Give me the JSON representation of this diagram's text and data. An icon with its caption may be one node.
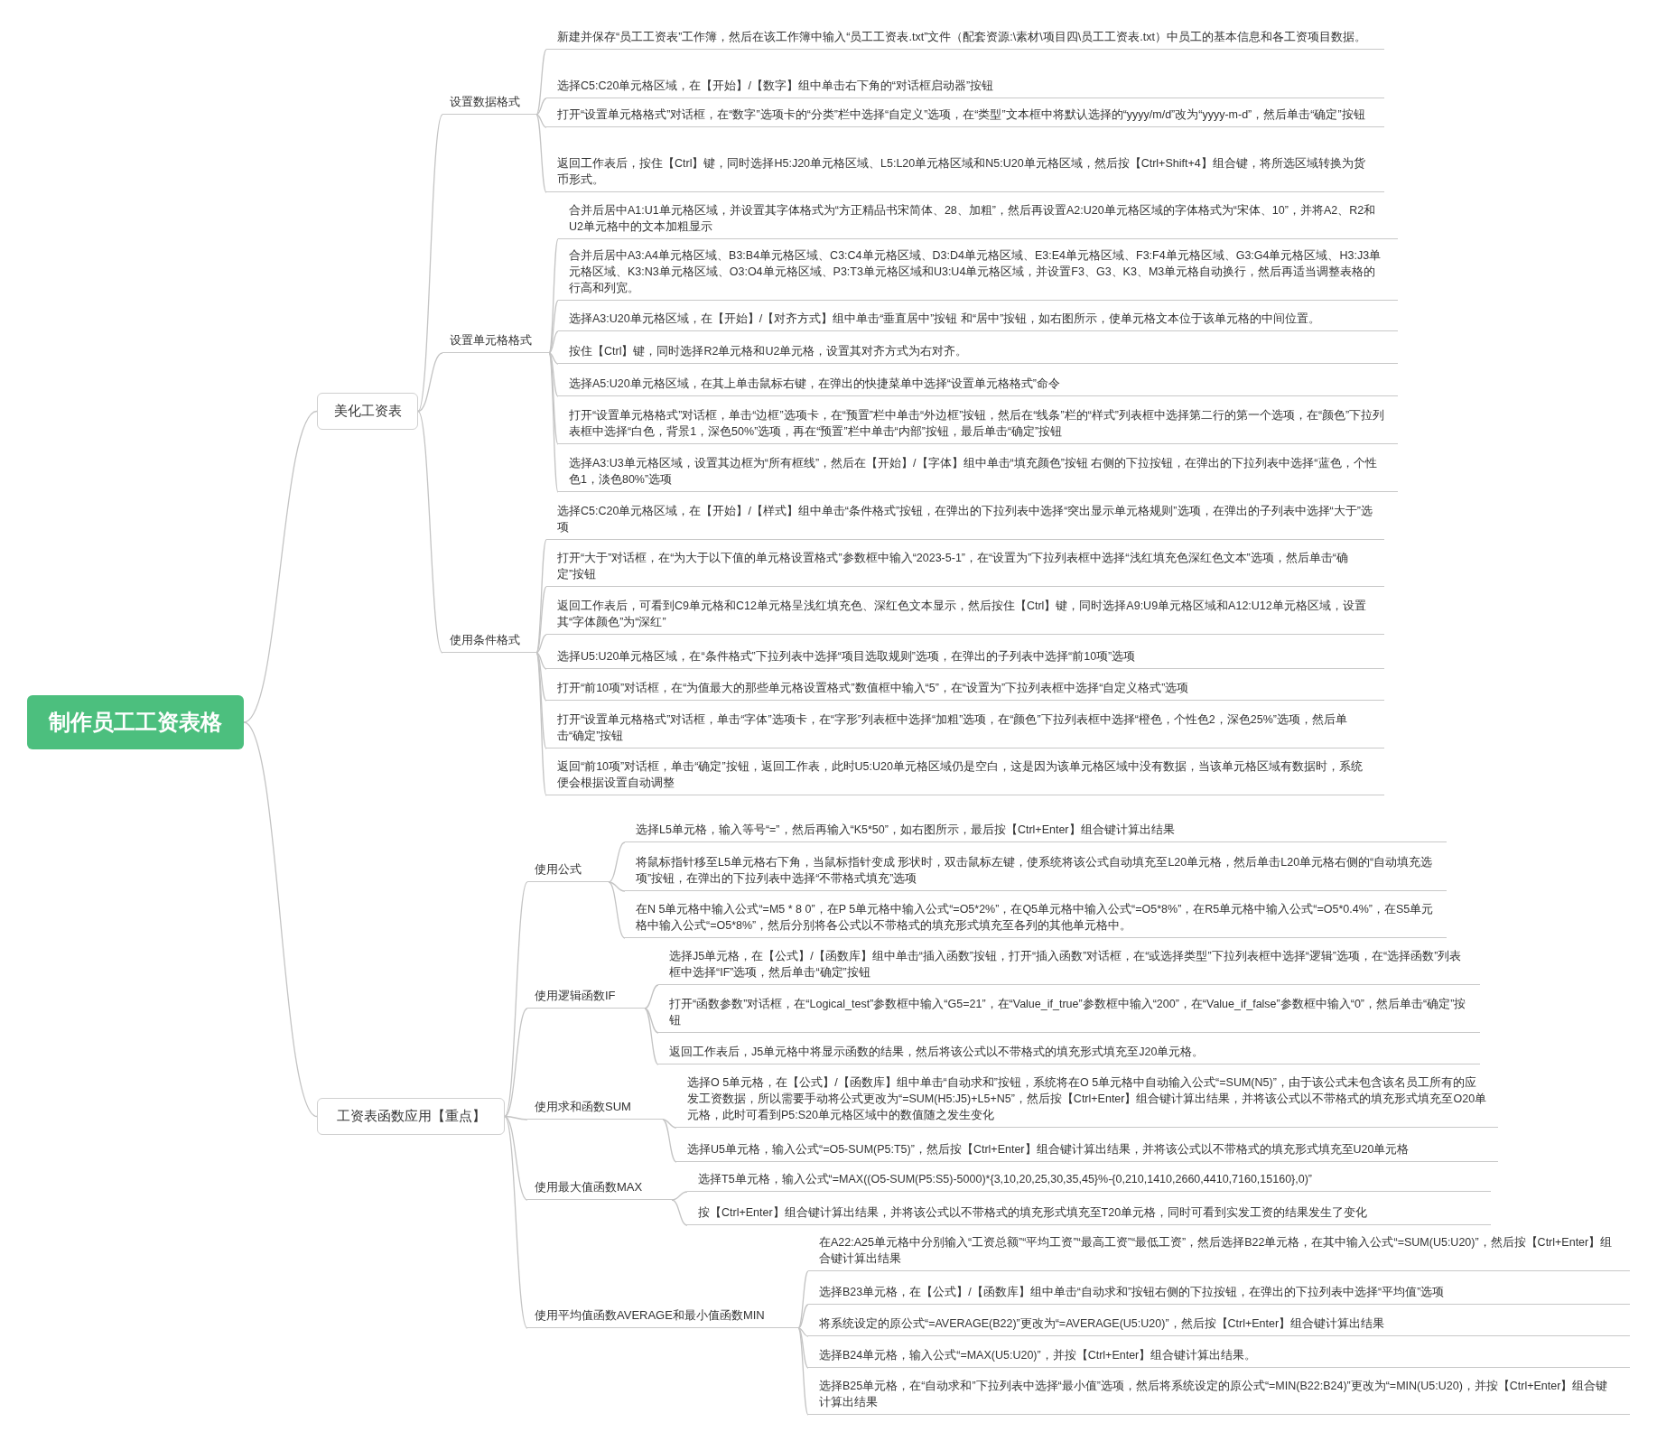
{
  "diagram": {
    "nodes": [
      {
        "text": [
          "制作员工工资表格"
        ]
      },
      {
        "text": [
          "美化工资表"
        ]
      },
      {
        "text": [
          "设置数据格式"
        ]
      },
      {
        "text": [
          "新建并保存“员工工资表”工作簿，然后在该工作簿中输入“员工工资表.txt”文件（配套资源:\\素材\\项目四\\员工工资表.txt）中员工的基本信息和各工资项目数据。"
        ]
      },
      {
        "text": [
          "选择C5:C20单元格区域，在【开始】/【数字】组中单击右下角的“对话框启动器”按钮"
        ]
      },
      {
        "text": [
          "打开“设置单元格格式”对话框，在“数字”选项卡的“分类”栏中选择“自定义”选项，在“类型”文本框中将默认选择的“yyyy/m/d”改为“yyyy-m-d”，然后单击“确定”按钮"
        ]
      },
      {
        "text": [
          "返回工作表后，按住【Ctrl】键，同时选择H5:J20单元格区域、L5:L20单元格区域和N5:U20单元格区域，然后按【Ctrl+Shift+4】组合键，将所选区域转换为货币形式。"
        ]
      },
      {
        "text": [
          "设置单元格格式"
        ]
      },
      {
        "text": [
          "合并后居中A1:U1单元格区域，并设置其字体格式为“方正精品书宋简体、28、加粗”，然后再设置A2:U20单元格区域的字体格式为“宋体、10”，并将A2、R2和U2单元格中的文本加粗显示"
        ]
      },
      {
        "text": [
          "合并后居中A3:A4单元格区域、B3:B4单元格区域、C3:C4单元格区域、D3:D4单元格区域、E3:E4单元格区域、F3:F4单元格区域、G3:G4单元格区域、H3:J3单元格区域、K3:N3单元格区域、O3:O4单元格区域、P3:T3单元格区域和U3:U4单元格区域，并设置F3、G3、K3、M3单元格自动换行，然后再适当调整表格的行高和列宽。"
        ]
      },
      {
        "text": [
          "选择A3:U20单元格区域，在【开始】/【对齐方式】组中单击“垂直居中”按钮 和“居中”按钮，如右图所示，使单元格文本位于该单元格的中间位置。"
        ]
      },
      {
        "text": [
          "按住【Ctrl】键，同时选择R2单元格和U2单元格，设置其对齐方式为右对齐。"
        ]
      },
      {
        "text": [
          "选择A5:U20单元格区域，在其上单击鼠标右键，在弹出的快捷菜单中选择“设置单元格格式”命令"
        ]
      },
      {
        "text": [
          "打开“设置单元格格式”对话框，单击“边框”选项卡，在“预置”栏中单击“外边框”按钮，然后在“线条”栏的“样式”列表框中选择第二行的第一个选项，在“颜色”下拉列表框中选择“白色，背景1，深色50%”选项，再在“预置”栏中单击“内部”按钮，最后单击“确定”按钮"
        ]
      },
      {
        "text": [
          "选择A3:U3单元格区域，设置其边框为“所有框线”，然后在【开始】/【字体】组中单击“填充颜色”按钮 右侧的下拉按钮，在弹出的下拉列表中选择“蓝色，个性色1，淡色80%”选项"
        ]
      },
      {
        "text": [
          "使用条件格式"
        ]
      },
      {
        "text": [
          "选择C5:C20单元格区域，在【开始】/【样式】组中单击“条件格式”按钮，在弹出的下拉列表中选择“突出显示单元格规则”选项，在弹出的子列表中选择“大于”选项"
        ]
      },
      {
        "text": [
          "打开“大于”对话框，在“为大于以下值的单元格设置格式”参数框中输入“2023-5-1”，在“设置为”下拉列表框中选择“浅红填充色深红色文本”选项，然后单击“确定”按钮"
        ]
      },
      {
        "text": [
          "返回工作表后，可看到C9单元格和C12单元格呈浅红填充色、深红色文本显示，然后按住【Ctrl】键，同时选择A9:U9单元格区域和A12:U12单元格区域，设置其“字体颜色”为“深红”"
        ]
      },
      {
        "text": [
          "选择U5:U20单元格区域，在“条件格式”下拉列表中选择“项目选取规则”选项，在弹出的子列表中选择“前10项”选项"
        ]
      },
      {
        "text": [
          "打开“前10项”对话框，在“为值最大的那些单元格设置格式”数值框中输入“5”，在“设置为”下拉列表框中选择“自定义格式”选项"
        ]
      },
      {
        "text": [
          "打开“设置单元格格式”对话框，单击“字体”选项卡，在“字形”列表框中选择“加粗”选项，在“颜色”下拉列表框中选择“橙色，个性色2，深色25%”选项，然后单击“确定”按钮"
        ]
      },
      {
        "text": [
          "返回“前10项”对话框，单击“确定”按钮，返回工作表，此时U5:U20单元格区域仍是空白，这是因为该单元格区域中没有数据，当该单元格区域有数据时，系统便会根据设置自动调整"
        ]
      },
      {
        "text": [
          "工资表函数应用【重点】"
        ]
      },
      {
        "text": [
          "使用公式"
        ]
      },
      {
        "text": [
          "选择L5单元格，输入等号“=”，然后再输入“K5*50”，如右图所示，最后按【Ctrl+Enter】组合键计算出结果"
        ]
      },
      {
        "text": [
          "将鼠标指针移至L5单元格右下角，当鼠标指针变成 形状时，双击鼠标左键，使系统将该公式自动填充至L20单元格，然后单击L20单元格右侧的“自动填充选项”按钮，在弹出的下拉列表中选择“不带格式填充”选项"
        ]
      },
      {
        "text": [
          "在N 5单元格中输入公式“=M5 * 8 0”，在P 5单元格中输入公式“=O5*2%”，在Q5单元格中输入公式“=O5*8%”，在R5单元格中输入公式“=O5*0.4%”，在S5单元格中输入公式“=O5*8%”，然后分别将各公式以不带格式的填充形式填充至各列的其他单元格中。"
        ]
      },
      {
        "text": [
          "使用逻辑函数IF"
        ]
      },
      {
        "text": [
          "选择J5单元格，在【公式】/【函数库】组中单击“插入函数”按钮，打开“插入函数”对话框，在“或选择类型”下拉列表框中选择“逻辑”选项，在“选择函数”列表框中选择“IF”选项，然后单击“确定”按钮"
        ]
      },
      {
        "text": [
          "打开“函数参数”对话框，在“Logical_test”参数框中输入“G5=21”，在“Value_if_true”参数框中输入“200”，在“Value_if_false”参数框中输入“0”，然后单击“确定”按钮"
        ]
      },
      {
        "text": [
          "返回工作表后，J5单元格中将显示函数的结果，然后将该公式以不带格式的填充形式填充至J20单元格。"
        ]
      },
      {
        "text": [
          "使用求和函数SUM"
        ]
      },
      {
        "text": [
          "选择O 5单元格，在【公式】/【函数库】组中单击“自动求和”按钮，系统将在O 5单元格中自动输入公式“=SUM(N5)”，由于该公式未包含该名员工所有的应发工资数据，所以需要手动将公式更改为“=SUM(H5:J5)+L5+N5”，然后按【Ctrl+Enter】组合键计算出结果，并将该公式以不带格式的填充形式填充至O20单元格，此时可看到P5:S20单元格区域中的数值随之发生变化"
        ]
      },
      {
        "text": [
          "选择U5单元格，输入公式“=O5-SUM(P5:T5)”，然后按【Ctrl+Enter】组合键计算出结果，并将该公式以不带格式的填充形式填充至U20单元格"
        ]
      },
      {
        "text": [
          "使用最大值函数MAX"
        ]
      },
      {
        "text": [
          "选择T5单元格，输入公式“=MAX((O5-SUM(P5:S5)-5000)*{3,10,20,25,30,35,45}%-{0,210,1410,2660,4410,7160,15160},0)”"
        ]
      },
      {
        "text": [
          "按【Ctrl+Enter】组合键计算出结果，并将该公式以不带格式的填充形式填充至T20单元格，同时可看到实发工资的结果发生了变化"
        ]
      },
      {
        "text": [
          "使用平均值函数AVERAGE和最小值函数MIN"
        ]
      },
      {
        "text": [
          "在A22:A25单元格中分别输入“工资总额”“平均工资”“最高工资”“最低工资”，然后选择B22单元格，在其中输入公式“=SUM(U5:U20)”，然后按【Ctrl+Enter】组合键计算出结果"
        ]
      },
      {
        "text": [
          "选择B23单元格，在【公式】/【函数库】组中单击“自动求和”按钮右侧的下拉按钮，在弹出的下拉列表中选择“平均值”选项"
        ]
      },
      {
        "text": [
          "将系统设定的原公式“=AVERAGE(B22)”更改为“=AVERAGE(U5:U20)”，然后按【Ctrl+Enter】组合键计算出结果"
        ]
      },
      {
        "text": [
          "选择B24单元格，输入公式“=MAX(U5:U20)”，并按【Ctrl+Enter】组合键计算出结果。"
        ]
      },
      {
        "text": [
          "选择B25单元格，在“自动求和”下拉列表中选择“最小值”选项，然后将系统设定的原公式“=MIN(B22:B24)”更改为“=MIN(U5:U20)，并按【Ctrl+Enter】组合键计算出结果"
        ]
      }
    ],
    "edges": [
      {
        "from": 0,
        "to": 1,
        "arrow": "none"
      },
      {
        "from": 1,
        "to": 2,
        "arrow": "none"
      },
      {
        "from": 2,
        "to": 3,
        "arrow": "none"
      },
      {
        "from": 2,
        "to": 4,
        "arrow": "none"
      },
      {
        "from": 2,
        "to": 5,
        "arrow": "none"
      },
      {
        "from": 2,
        "to": 6,
        "arrow": "none"
      },
      {
        "from": 1,
        "to": 7,
        "arrow": "none"
      },
      {
        "from": 7,
        "to": 8,
        "arrow": "none"
      },
      {
        "from": 7,
        "to": 9,
        "arrow": "none"
      },
      {
        "from": 7,
        "to": 10,
        "arrow": "none"
      },
      {
        "from": 7,
        "to": 11,
        "arrow": "none"
      },
      {
        "from": 7,
        "to": 12,
        "arrow": "none"
      },
      {
        "from": 7,
        "to": 13,
        "arrow": "none"
      },
      {
        "from": 7,
        "to": 14,
        "arrow": "none"
      },
      {
        "from": 1,
        "to": 15,
        "arrow": "none"
      },
      {
        "from": 15,
        "to": 16,
        "arrow": "none"
      },
      {
        "from": 15,
        "to": 17,
        "arrow": "none"
      },
      {
        "from": 15,
        "to": 18,
        "arrow": "none"
      },
      {
        "from": 15,
        "to": 19,
        "arrow": "none"
      },
      {
        "from": 15,
        "to": 20,
        "arrow": "none"
      },
      {
        "from": 15,
        "to": 21,
        "arrow": "none"
      },
      {
        "from": 15,
        "to": 22,
        "arrow": "none"
      },
      {
        "from": 0,
        "to": 23,
        "arrow": "none"
      },
      {
        "from": 23,
        "to": 24,
        "arrow": "none"
      },
      {
        "from": 24,
        "to": 25,
        "arrow": "none"
      },
      {
        "from": 24,
        "to": 26,
        "arrow": "none"
      },
      {
        "from": 24,
        "to": 27,
        "arrow": "none"
      },
      {
        "from": 23,
        "to": 28,
        "arrow": "none"
      },
      {
        "from": 28,
        "to": 29,
        "arrow": "none"
      },
      {
        "from": 28,
        "to": 30,
        "arrow": "none"
      },
      {
        "from": 28,
        "to": 31,
        "arrow": "none"
      },
      {
        "from": 23,
        "to": 32,
        "arrow": "none"
      },
      {
        "from": 32,
        "to": 33,
        "arrow": "none"
      },
      {
        "from": 32,
        "to": 34,
        "arrow": "none"
      },
      {
        "from": 23,
        "to": 35,
        "arrow": "none"
      },
      {
        "from": 35,
        "to": 36,
        "arrow": "none"
      },
      {
        "from": 35,
        "to": 37,
        "arrow": "none"
      },
      {
        "from": 23,
        "to": 38,
        "arrow": "none"
      },
      {
        "from": 38,
        "to": 39,
        "arrow": "none"
      },
      {
        "from": 38,
        "to": 40,
        "arrow": "none"
      },
      {
        "from": 38,
        "to": 41,
        "arrow": "none"
      },
      {
        "from": 38,
        "to": 42,
        "arrow": "none"
      },
      {
        "from": 38,
        "to": 43,
        "arrow": "none"
      }
    ]
  }
}
